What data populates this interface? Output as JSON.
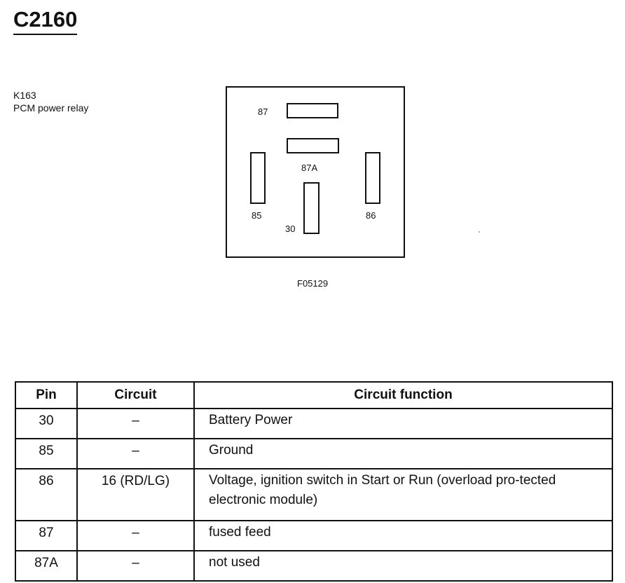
{
  "connector": {
    "title": "C2160",
    "relay_id": "K163",
    "relay_name": "PCM power relay",
    "figure_id": "F05129"
  },
  "pins": {
    "p87": "87",
    "p87a": "87A",
    "p85": "85",
    "p86": "86",
    "p30": "30"
  },
  "table": {
    "headers": {
      "pin": "Pin",
      "circuit": "Circuit",
      "function": "Circuit function"
    },
    "rows": [
      {
        "pin": "30",
        "circuit": "–",
        "function": "Battery Power"
      },
      {
        "pin": "85",
        "circuit": "–",
        "function": "Ground"
      },
      {
        "pin": "86",
        "circuit": "16 (RD/LG)",
        "function": "Voltage, ignition switch in Start or Run (overload pro-tected electronic module)"
      },
      {
        "pin": "87",
        "circuit": "–",
        "function": "fused feed"
      },
      {
        "pin": "87A",
        "circuit": "–",
        "function": "not used"
      }
    ]
  }
}
